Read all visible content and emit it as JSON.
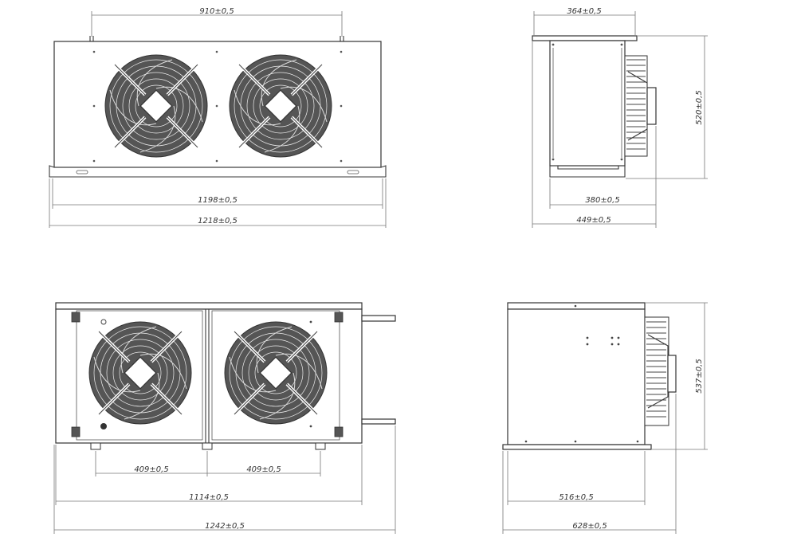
{
  "dimensions": {
    "top_front": {
      "a": "910±0,5",
      "b": "1198±0,5",
      "c": "1218±0,5"
    },
    "top_side": {
      "a": "364±0,5",
      "b": "380±0,5",
      "c": "449±0,5",
      "h": "520±0,5"
    },
    "bottom_front": {
      "a": "409±0,5",
      "b": "409±0,5",
      "c": "1114±0,5",
      "d": "1242±0,5"
    },
    "bottom_side": {
      "a": "516±0,5",
      "b": "628±0,5",
      "h": "537±0,5"
    }
  }
}
